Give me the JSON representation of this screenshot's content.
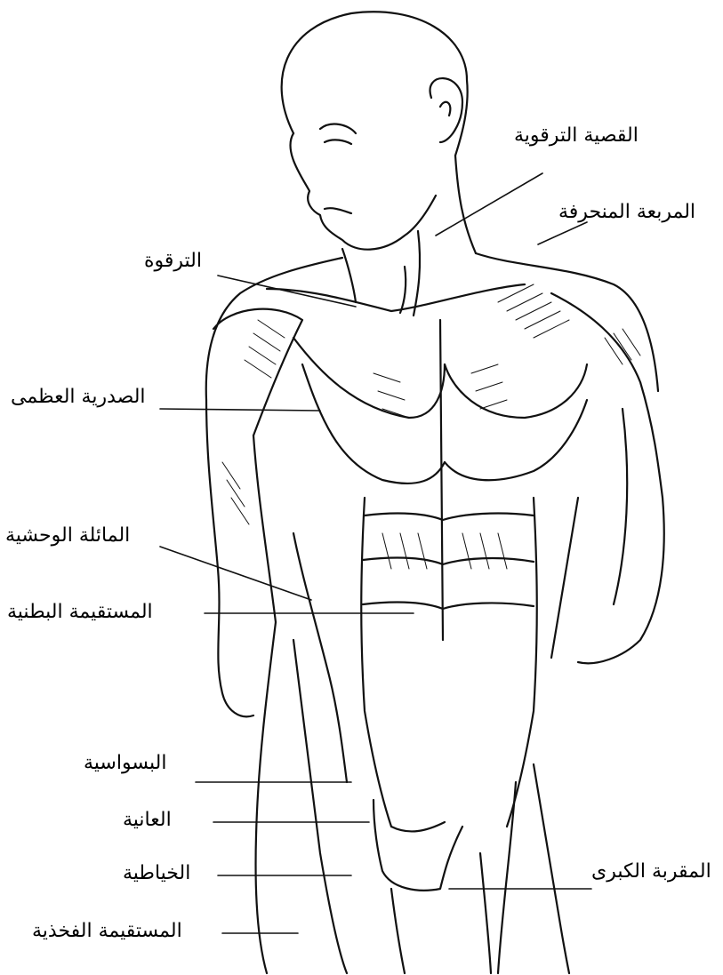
{
  "labels": {
    "sternocleidomastoid": "القصية الترقوية",
    "trapezius": "المربعة المنحرفة",
    "clavicle": "الترقوة",
    "pectoralis_major": "الصدرية العظمى",
    "external_oblique": "المائلة الوحشية",
    "rectus_abdominis": "المستقيمة البطنية",
    "iliopsoas": "البسواسية",
    "pectineus": "العانية",
    "sartorius": "الخياطية",
    "gluteus_maximus": "المقربة الكبرى",
    "rectus_femoris": "المستقيمة الفخذية"
  },
  "colors": {
    "ink": "#111111",
    "paper": "#ffffff"
  }
}
